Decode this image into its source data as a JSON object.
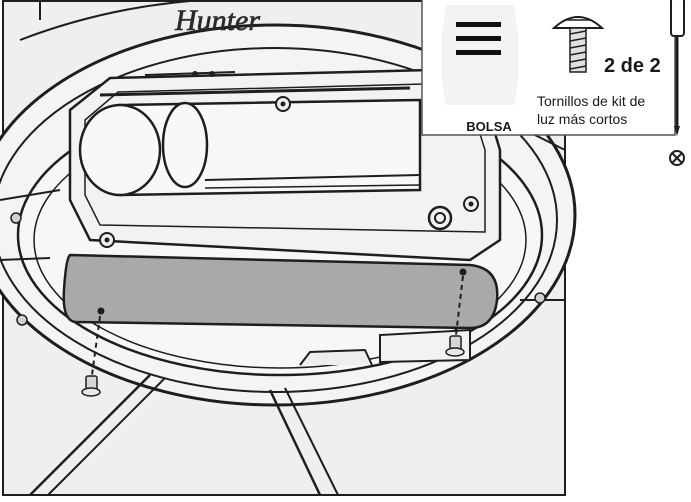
{
  "illustration": {
    "brand_logo_text": "Hunter",
    "bag_label": "BOLSA",
    "count_label": "2 de 2",
    "screw_caption_line1": "Tornillos de kit de",
    "screw_caption_line2": "luz más cortos",
    "screwdriver_tip": "phillips-icon"
  },
  "colors": {
    "panel_fill": "#efefef",
    "line": "#1e1e1e",
    "cover_plate": "#a9a9a9",
    "callout_border": "#555555"
  }
}
